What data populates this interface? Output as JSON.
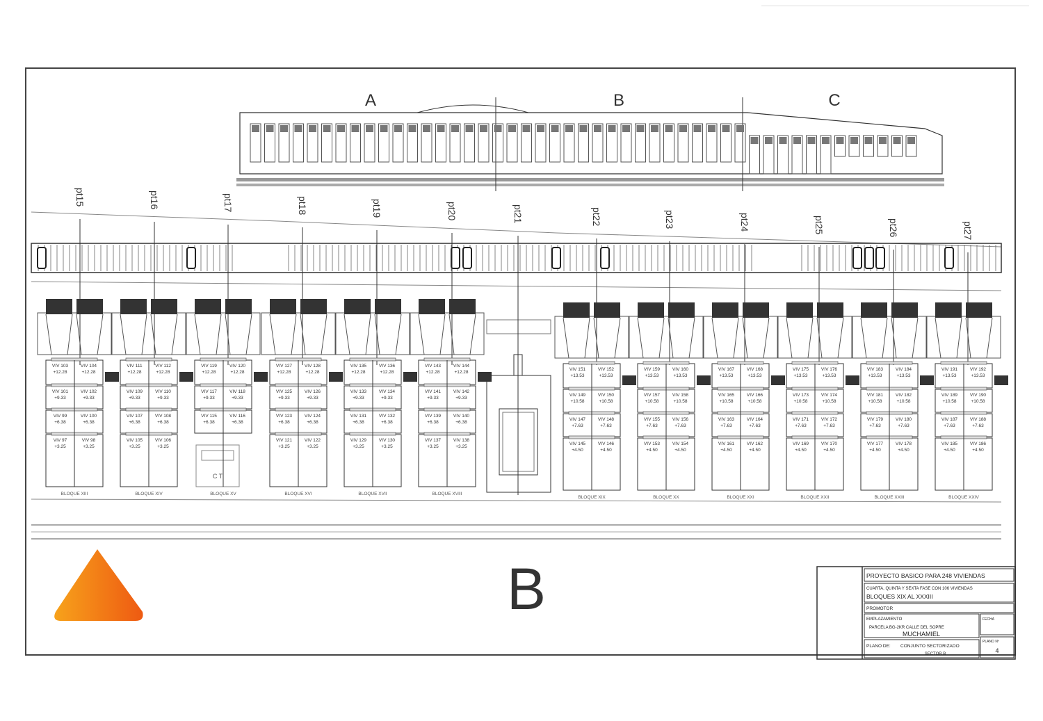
{
  "key_plan": {
    "sections": [
      "A",
      "B",
      "C"
    ]
  },
  "profile_points": [
    "pt15",
    "pt16",
    "pt17",
    "pt18",
    "pt19",
    "pt20",
    "pt21",
    "pt22",
    "pt23",
    "pt24",
    "pt25",
    "pt26",
    "pt27"
  ],
  "blocks_left": [
    {
      "label": "BLOQUE XIII",
      "levels": [
        {
          "units": [
            "VIV 103",
            "VIV 104"
          ],
          "elevation": "+12.28"
        },
        {
          "units": [
            "VIV 101",
            "VIV 102"
          ],
          "elevation": "+9.33"
        },
        {
          "units": [
            "VIV 99",
            "VIV 100"
          ],
          "elevation": "+6.38"
        },
        {
          "units": [
            "VIV 97",
            "VIV 98"
          ],
          "elevation": "+3.25"
        }
      ]
    },
    {
      "label": "BLOQUE XIV",
      "levels": [
        {
          "units": [
            "VIV 111",
            "VIV 112"
          ],
          "elevation": "+12.28"
        },
        {
          "units": [
            "VIV 109",
            "VIV 110"
          ],
          "elevation": "+9.33"
        },
        {
          "units": [
            "VIV 107",
            "VIV 108"
          ],
          "elevation": "+6.38"
        },
        {
          "units": [
            "VIV 105",
            "VIV 106"
          ],
          "elevation": "+3.25"
        }
      ]
    },
    {
      "label": "BLOQUE XV",
      "levels": [
        {
          "units": [
            "VIV 119",
            "VIV 120"
          ],
          "elevation": "+12.28"
        },
        {
          "units": [
            "VIV 117",
            "VIV 118"
          ],
          "elevation": "+9.33"
        },
        {
          "units": [
            "VIV 115",
            "VIV 116"
          ],
          "elevation": "+6.38"
        }
      ],
      "extra": "C T"
    },
    {
      "label": "BLOQUE XVI",
      "levels": [
        {
          "units": [
            "VIV 127",
            "VIV 128"
          ],
          "elevation": "+12.28"
        },
        {
          "units": [
            "VIV 125",
            "VIV 126"
          ],
          "elevation": "+9.33"
        },
        {
          "units": [
            "VIV 123",
            "VIV 124"
          ],
          "elevation": "+6.38"
        },
        {
          "units": [
            "VIV 121",
            "VIV 122"
          ],
          "elevation": "+3.25"
        }
      ]
    },
    {
      "label": "BLOQUE XVII",
      "levels": [
        {
          "units": [
            "VIV 135",
            "VIV 136"
          ],
          "elevation": "+12.28"
        },
        {
          "units": [
            "VIV 133",
            "VIV 134"
          ],
          "elevation": "+9.33"
        },
        {
          "units": [
            "VIV 131",
            "VIV 132"
          ],
          "elevation": "+6.38"
        },
        {
          "units": [
            "VIV 129",
            "VIV 130"
          ],
          "elevation": "+3.25"
        }
      ]
    },
    {
      "label": "BLOQUE XVIII",
      "levels": [
        {
          "units": [
            "VIV 143",
            "VIV 144"
          ],
          "elevation": "+12.28"
        },
        {
          "units": [
            "VIV 141",
            "VIV 142"
          ],
          "elevation": "+9.33"
        },
        {
          "units": [
            "VIV 139",
            "VIV 140"
          ],
          "elevation": "+6.38"
        },
        {
          "units": [
            "VIV 137",
            "VIV 138"
          ],
          "elevation": "+3.25"
        }
      ]
    }
  ],
  "blocks_right": [
    {
      "label": "BLOQUE XIX",
      "levels": [
        {
          "units": [
            "VIV 151",
            "VIV 152"
          ],
          "elevation": "+13.53"
        },
        {
          "units": [
            "VIV 149",
            "VIV 150"
          ],
          "elevation": "+10.58"
        },
        {
          "units": [
            "VIV 147",
            "VIV 148"
          ],
          "elevation": "+7.63"
        },
        {
          "units": [
            "VIV 145",
            "VIV 146"
          ],
          "elevation": "+4.50"
        }
      ]
    },
    {
      "label": "BLOQUE XX",
      "levels": [
        {
          "units": [
            "VIV 159",
            "VIV 160"
          ],
          "elevation": "+13.53"
        },
        {
          "units": [
            "VIV 157",
            "VIV 158"
          ],
          "elevation": "+10.58"
        },
        {
          "units": [
            "VIV 155",
            "VIV 156"
          ],
          "elevation": "+7.63"
        },
        {
          "units": [
            "VIV 153",
            "VIV 154"
          ],
          "elevation": "+4.50"
        }
      ]
    },
    {
      "label": "BLOQUE XXI",
      "levels": [
        {
          "units": [
            "VIV 167",
            "VIV 168"
          ],
          "elevation": "+13.53"
        },
        {
          "units": [
            "VIV 165",
            "VIV 166"
          ],
          "elevation": "+10.58"
        },
        {
          "units": [
            "VIV 163",
            "VIV 164"
          ],
          "elevation": "+7.63"
        },
        {
          "units": [
            "VIV 161",
            "VIV 162"
          ],
          "elevation": "+4.50"
        }
      ]
    },
    {
      "label": "BLOQUE XXII",
      "levels": [
        {
          "units": [
            "VIV 175",
            "VIV 176"
          ],
          "elevation": "+13.53"
        },
        {
          "units": [
            "VIV 173",
            "VIV 174"
          ],
          "elevation": "+10.58"
        },
        {
          "units": [
            "VIV 171",
            "VIV 172"
          ],
          "elevation": "+7.63"
        },
        {
          "units": [
            "VIV 169",
            "VIV 170"
          ],
          "elevation": "+4.50"
        }
      ]
    },
    {
      "label": "BLOQUE XXIII",
      "levels": [
        {
          "units": [
            "VIV 183",
            "VIV 184"
          ],
          "elevation": "+13.53"
        },
        {
          "units": [
            "VIV 181",
            "VIV 182"
          ],
          "elevation": "+10.58"
        },
        {
          "units": [
            "VIV 179",
            "VIV 180"
          ],
          "elevation": "+7.63"
        },
        {
          "units": [
            "VIV 177",
            "VIV 178"
          ],
          "elevation": "+4.50"
        }
      ]
    },
    {
      "label": "BLOQUE XXIV",
      "levels": [
        {
          "units": [
            "VIV 191",
            "VIV 192"
          ],
          "elevation": "+13.53"
        },
        {
          "units": [
            "VIV 189",
            "VIV 190"
          ],
          "elevation": "+10.58"
        },
        {
          "units": [
            "VIV 187",
            "VIV 188"
          ],
          "elevation": "+7.63"
        },
        {
          "units": [
            "VIV 185",
            "VIV 186"
          ],
          "elevation": "+4.50"
        }
      ]
    }
  ],
  "sector_letter": "B",
  "logo": {
    "color_start": "#f7a21b",
    "color_end": "#ee5a12"
  },
  "title_block": {
    "project": "PROYECTO  BASICO PARA 248 VIVIENDAS",
    "phase": "CUARTA, QUINTA Y SEXTA FASE CON 106 VIVIENDAS",
    "blocks": "BLOQUES  XIX  AL  XXXIII",
    "promoter_label": "PROMOTOR",
    "location_label": "EMPLAZAMIENTO",
    "location": "PARCELA BG-2KR   CALLE DEL SOPRE",
    "town": "MUCHAMIEL",
    "date_label": "FECHA",
    "plan_label": "PLANO DE:",
    "plan_title": "CONJUNTO SECTORIZADO",
    "plan_subtitle": "SECTOR B",
    "plan_no_label": "PLANO Nº",
    "plan_no": "4"
  }
}
